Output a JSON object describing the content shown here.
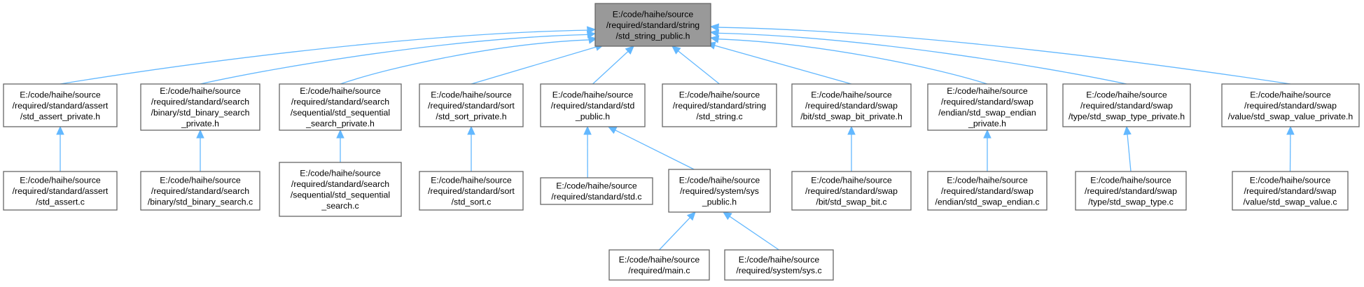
{
  "colors": {
    "root_fill": "#999999",
    "node_fill": "#ffffff",
    "node_border": "#666666",
    "edge": "#63b8ff"
  },
  "nodes": [
    {
      "id": "root",
      "lines": [
        "E:/code/haihe/source",
        "/required/standard/string",
        "/std_string_public.h"
      ],
      "root": true
    },
    {
      "id": "assert_private_h",
      "lines": [
        "E:/code/haihe/source",
        "/required/standard/assert",
        "/std_assert_private.h"
      ]
    },
    {
      "id": "binary_search_private_h",
      "lines": [
        "E:/code/haihe/source",
        "/required/standard/search",
        "/binary/std_binary_search",
        "_private.h"
      ]
    },
    {
      "id": "sequential_search_private_h",
      "lines": [
        "E:/code/haihe/source",
        "/required/standard/search",
        "/sequential/std_sequential",
        "_search_private.h"
      ]
    },
    {
      "id": "sort_private_h",
      "lines": [
        "E:/code/haihe/source",
        "/required/standard/sort",
        "/std_sort_private.h"
      ]
    },
    {
      "id": "std_public_h",
      "lines": [
        "E:/code/haihe/source",
        "/required/standard/std",
        "_public.h"
      ]
    },
    {
      "id": "std_string_c",
      "lines": [
        "E:/code/haihe/source",
        "/required/standard/string",
        "/std_string.c"
      ]
    },
    {
      "id": "swap_bit_private_h",
      "lines": [
        "E:/code/haihe/source",
        "/required/standard/swap",
        "/bit/std_swap_bit_private.h"
      ]
    },
    {
      "id": "swap_endian_private_h",
      "lines": [
        "E:/code/haihe/source",
        "/required/standard/swap",
        "/endian/std_swap_endian",
        "_private.h"
      ]
    },
    {
      "id": "swap_type_private_h",
      "lines": [
        "E:/code/haihe/source",
        "/required/standard/swap",
        "/type/std_swap_type_private.h"
      ]
    },
    {
      "id": "swap_value_private_h",
      "lines": [
        "E:/code/haihe/source",
        "/required/standard/swap",
        "/value/std_swap_value_private.h"
      ]
    },
    {
      "id": "std_assert_c",
      "lines": [
        "E:/code/haihe/source",
        "/required/standard/assert",
        "/std_assert.c"
      ]
    },
    {
      "id": "std_binary_search_c",
      "lines": [
        "E:/code/haihe/source",
        "/required/standard/search",
        "/binary/std_binary_search.c"
      ]
    },
    {
      "id": "std_sequential_search_c",
      "lines": [
        "E:/code/haihe/source",
        "/required/standard/search",
        "/sequential/std_sequential",
        "_search.c"
      ]
    },
    {
      "id": "std_sort_c",
      "lines": [
        "E:/code/haihe/source",
        "/required/standard/sort",
        "/std_sort.c"
      ]
    },
    {
      "id": "std_c",
      "lines": [
        "E:/code/haihe/source",
        "/required/standard/std.c"
      ]
    },
    {
      "id": "sys_public_h",
      "lines": [
        "E:/code/haihe/source",
        "/required/system/sys",
        "_public.h"
      ]
    },
    {
      "id": "std_swap_bit_c",
      "lines": [
        "E:/code/haihe/source",
        "/required/standard/swap",
        "/bit/std_swap_bit.c"
      ]
    },
    {
      "id": "std_swap_endian_c",
      "lines": [
        "E:/code/haihe/source",
        "/required/standard/swap",
        "/endian/std_swap_endian.c"
      ]
    },
    {
      "id": "std_swap_type_c",
      "lines": [
        "E:/code/haihe/source",
        "/required/standard/swap",
        "/type/std_swap_type.c"
      ]
    },
    {
      "id": "std_swap_value_c",
      "lines": [
        "E:/code/haihe/source",
        "/required/standard/swap",
        "/value/std_swap_value.c"
      ]
    },
    {
      "id": "main_c",
      "lines": [
        "E:/code/haihe/source",
        "/required/main.c"
      ]
    },
    {
      "id": "sys_c",
      "lines": [
        "E:/code/haihe/source",
        "/required/system/sys.c"
      ]
    }
  ],
  "edges": [
    {
      "from": "assert_private_h",
      "to": "root"
    },
    {
      "from": "binary_search_private_h",
      "to": "root"
    },
    {
      "from": "sequential_search_private_h",
      "to": "root"
    },
    {
      "from": "sort_private_h",
      "to": "root"
    },
    {
      "from": "std_public_h",
      "to": "root"
    },
    {
      "from": "std_string_c",
      "to": "root"
    },
    {
      "from": "swap_bit_private_h",
      "to": "root"
    },
    {
      "from": "swap_endian_private_h",
      "to": "root"
    },
    {
      "from": "swap_type_private_h",
      "to": "root"
    },
    {
      "from": "swap_value_private_h",
      "to": "root"
    },
    {
      "from": "std_assert_c",
      "to": "assert_private_h"
    },
    {
      "from": "std_binary_search_c",
      "to": "binary_search_private_h"
    },
    {
      "from": "std_sequential_search_c",
      "to": "sequential_search_private_h"
    },
    {
      "from": "std_sort_c",
      "to": "sort_private_h"
    },
    {
      "from": "std_c",
      "to": "std_public_h"
    },
    {
      "from": "sys_public_h",
      "to": "std_public_h"
    },
    {
      "from": "std_swap_bit_c",
      "to": "swap_bit_private_h"
    },
    {
      "from": "std_swap_endian_c",
      "to": "swap_endian_private_h"
    },
    {
      "from": "std_swap_type_c",
      "to": "swap_type_private_h"
    },
    {
      "from": "std_swap_value_c",
      "to": "swap_value_private_h"
    },
    {
      "from": "main_c",
      "to": "sys_public_h"
    },
    {
      "from": "sys_c",
      "to": "sys_public_h"
    }
  ]
}
